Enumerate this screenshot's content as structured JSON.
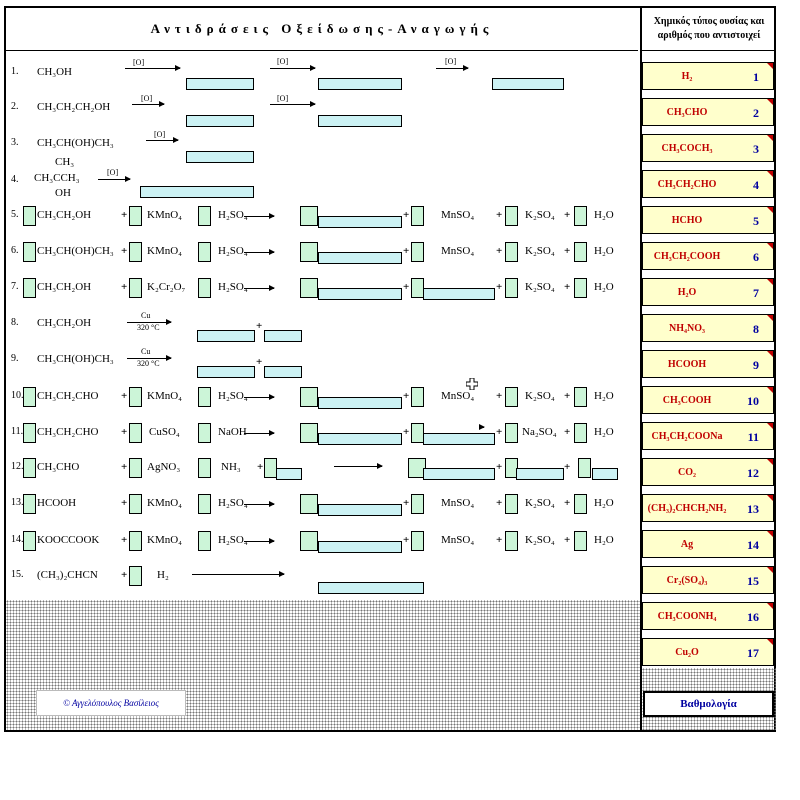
{
  "title": "Αντιδράσεις Οξείδωσης-Αναγωγής",
  "right_header": "Χημικός τύπος ουσίας και αριθμός που αντιστοιχεί",
  "reactant_rows": [
    {
      "num": "1.",
      "label": "CH₃OH"
    },
    {
      "num": "2.",
      "label": "CH₃CH₂CH₂OH"
    },
    {
      "num": "3.",
      "label": "CH₃CH(OH)CH₃"
    },
    {
      "num": "4.",
      "label": "CH₃CCH₃"
    },
    {
      "num": "5.",
      "label": "CH₃CH₂OH"
    },
    {
      "num": "6.",
      "label": "CH₃CH(OH)CH₃"
    },
    {
      "num": "7.",
      "label": "CH₃CH₂OH"
    },
    {
      "num": "8.",
      "label": "CH₃CH₂OH"
    },
    {
      "num": "9.",
      "label": "CH₃CH(OH)CH₃"
    },
    {
      "num": "10.",
      "label": "CH₃CH₂CHO"
    },
    {
      "num": "11.",
      "label": "CH₃CH₂CHO"
    },
    {
      "num": "12.",
      "label": "CH₃CHO"
    },
    {
      "num": "13.",
      "label": "HCOOH"
    },
    {
      "num": "14.",
      "label": "KOOCCOOK"
    },
    {
      "num": "15.",
      "label": "(CH₃)₂CHCN"
    }
  ],
  "row4_top": "CH₃",
  "row4_bottom": "OH",
  "oxidant_label": "[O]",
  "cu_label": "Cu",
  "temp_label": "320 °C",
  "reagents": {
    "kmno4": "KMnO₄",
    "h2so4": "H₂SO₄",
    "k2cr2o7": "K₂Cr₂O₇",
    "mnso4": "MnSO₄",
    "k2so4": "K₂SO₄",
    "h2o": "H₂O",
    "cuso4": "CuSO₄",
    "naoh": "NaOH",
    "na2so4": "Na₂SO₄",
    "agno3": "AgNO₃",
    "nh3": "NH₃",
    "h2": "H₂"
  },
  "plus": "+",
  "answers": [
    {
      "formula": "H₂",
      "number": "1"
    },
    {
      "formula": "CH₃CHO",
      "number": "2"
    },
    {
      "formula": "CH₃COCH₃",
      "number": "3"
    },
    {
      "formula": "CH₃CH₂CHO",
      "number": "4"
    },
    {
      "formula": "HCHO",
      "number": "5"
    },
    {
      "formula": "CH₃CH₂COOH",
      "number": "6"
    },
    {
      "formula": "H₂O",
      "number": "7"
    },
    {
      "formula": "NH₄NO₃",
      "number": "8"
    },
    {
      "formula": "HCOOH",
      "number": "9"
    },
    {
      "formula": "CH₃COOH",
      "number": "10"
    },
    {
      "formula": "CH₃CH₂COONa",
      "number": "11"
    },
    {
      "formula": "CO₂",
      "number": "12"
    },
    {
      "formula": "(CH₃)₂CHCH₂NH₂",
      "number": "13"
    },
    {
      "formula": "Ag",
      "number": "14"
    },
    {
      "formula": "Cr₂(SO₄)₃",
      "number": "15"
    },
    {
      "formula": "CH₃COONH₄",
      "number": "16"
    },
    {
      "formula": "Cu₂O",
      "number": "17"
    }
  ],
  "copyright": "© Αγγελόπουλος Βασίλειος",
  "grade_label": "Βαθμολογία"
}
